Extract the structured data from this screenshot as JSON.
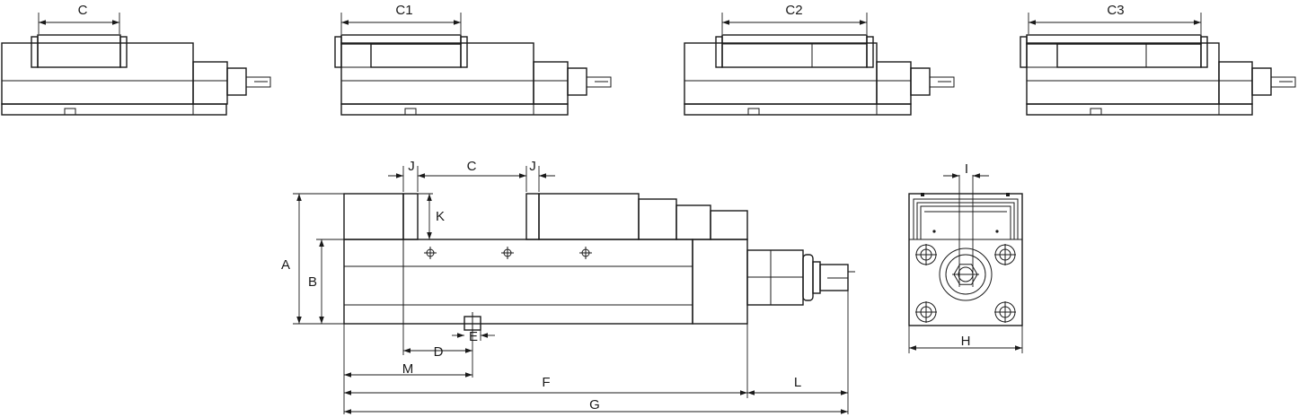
{
  "colors": {
    "line": "#1a1a1a",
    "background": "#ffffff"
  },
  "top_views": [
    {
      "label": "C"
    },
    {
      "label": "C1"
    },
    {
      "label": "C2"
    },
    {
      "label": "C3"
    }
  ],
  "side_view": {
    "labels": {
      "J_left": "J",
      "C": "C",
      "J_right": "J",
      "K": "K",
      "A": "A",
      "B": "B",
      "D": "D",
      "E": "E",
      "M": "M",
      "F": "F",
      "L": "L",
      "G": "G"
    }
  },
  "end_view": {
    "labels": {
      "I": "I",
      "H": "H"
    }
  }
}
